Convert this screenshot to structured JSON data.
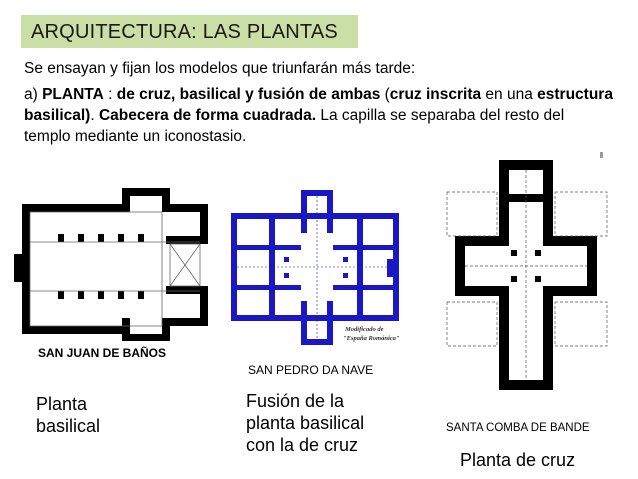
{
  "title": "ARQUITECTURA: LAS PLANTAS",
  "intro": "Se ensayan y fijan los modelos que triunfarán más tarde:",
  "paragraph": {
    "p1": " a) ",
    "p2": "PLANTA",
    "p3": " : ",
    "p4": "de cruz, basilical y fusión de ambas",
    "p5": " (",
    "p6": "cruz inscrita",
    "p7": "  en una  ",
    "p8": "estructura basilical)",
    "p9": ". ",
    "p10": "Cabecera de forma cuadrada.",
    "p11": " La capilla se separaba  del resto del templo mediante un iconostasio."
  },
  "plans": {
    "san_juan": {
      "caption": "SAN JUAN DE BAÑOS",
      "description_line1": "Planta",
      "description_line2": "basilical"
    },
    "san_pedro": {
      "caption": "SAN PEDRO DA NAVE",
      "stamp_line1": "Modificado de",
      "stamp_line2": "\"España Románica\"",
      "description_line1": "Fusión de la",
      "description_line2": "planta basilical",
      "description_line3": "con la de cruz"
    },
    "santa_comba": {
      "caption": "SANTA COMBA DE BANDE",
      "description_line1": "Planta de cruz"
    }
  },
  "colors": {
    "title_bg": "#c9dfa6",
    "blue_plan": "#1a18c4",
    "walls": "#000000"
  }
}
